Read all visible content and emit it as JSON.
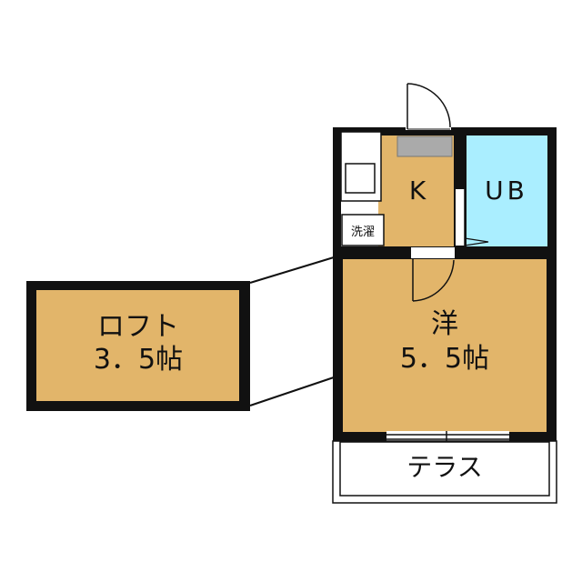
{
  "rooms": {
    "loft": {
      "name": "ロフト",
      "size": "3．5帖"
    },
    "western": {
      "name": "洋",
      "size": "5．5帖"
    },
    "kitchen": {
      "name": "K"
    },
    "bath": {
      "name": "UB"
    },
    "washer": {
      "name": "洗濯"
    },
    "terrace": {
      "name": "テラス"
    }
  },
  "colors": {
    "room_fill": "#e2b56a",
    "bath_fill": "#aaeeff",
    "wall": "#111111",
    "counter": "#aaaaaa"
  }
}
